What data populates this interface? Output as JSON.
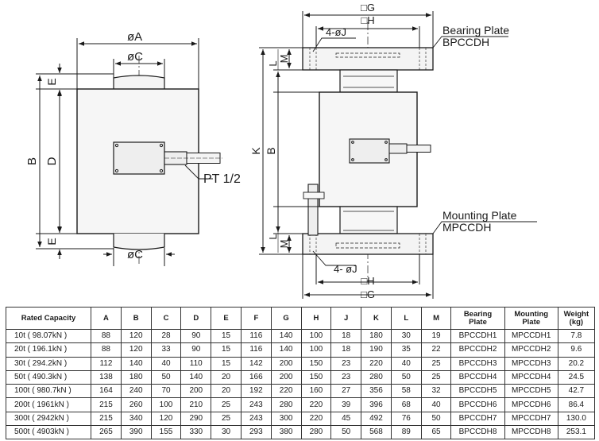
{
  "drawing": {
    "front": {
      "dim_A": "øA",
      "dim_C_top": "øC",
      "dim_C_bottom": "øC",
      "dim_B": "B",
      "dim_D": "D",
      "dim_E_top": "E",
      "dim_E_bottom": "E",
      "connector": "PT 1/2"
    },
    "side": {
      "dim_G_top": "□G",
      "dim_H_top": "□H",
      "dim_J_top": "4-øJ",
      "dim_M_top": "M",
      "dim_L_top": "L",
      "dim_K": "K",
      "dim_B": "B",
      "dim_L_bottom": "L",
      "dim_M_bottom": "M",
      "dim_J_bottom": "4- øJ",
      "dim_H_bottom": "□H",
      "dim_G_bottom": "□G",
      "bearing_plate": "Bearing Plate",
      "bearing_code": "BPCCDH",
      "mounting_plate": "Mounting Plate",
      "mounting_code": "MPCCDH"
    }
  },
  "table": {
    "headers": [
      "Rated Capacity",
      "A",
      "B",
      "C",
      "D",
      "E",
      "F",
      "G",
      "H",
      "J",
      "K",
      "L",
      "M",
      "Bearing\nPlate",
      "Mounting\nPlate",
      "Weight\n(kg)"
    ],
    "rows": [
      [
        "10t ( 98.07kN )",
        "88",
        "120",
        "28",
        "90",
        "15",
        "116",
        "140",
        "100",
        "18",
        "180",
        "30",
        "19",
        "BPCCDH1",
        "MPCCDH1",
        "7.8"
      ],
      [
        "20t ( 196.1kN )",
        "88",
        "120",
        "33",
        "90",
        "15",
        "116",
        "140",
        "100",
        "18",
        "190",
        "35",
        "22",
        "BPCCDH2",
        "MPCCDH2",
        "9.6"
      ],
      [
        "30t ( 294.2kN )",
        "112",
        "140",
        "40",
        "110",
        "15",
        "142",
        "200",
        "150",
        "23",
        "220",
        "40",
        "25",
        "BPCCDH3",
        "MPCCDH3",
        "20.2"
      ],
      [
        "50t ( 490.3kN )",
        "138",
        "180",
        "50",
        "140",
        "20",
        "166",
        "200",
        "150",
        "23",
        "280",
        "50",
        "25",
        "BPCCDH4",
        "MPCCDH4",
        "24.5"
      ],
      [
        "100t ( 980.7kN )",
        "164",
        "240",
        "70",
        "200",
        "20",
        "192",
        "220",
        "160",
        "27",
        "356",
        "58",
        "32",
        "BPCCDH5",
        "MPCCDH5",
        "42.7"
      ],
      [
        "200t ( 1961kN )",
        "215",
        "260",
        "100",
        "210",
        "25",
        "243",
        "280",
        "220",
        "39",
        "396",
        "68",
        "40",
        "BPCCDH6",
        "MPCCDH6",
        "86.4"
      ],
      [
        "300t ( 2942kN )",
        "215",
        "340",
        "120",
        "290",
        "25",
        "243",
        "300",
        "220",
        "45",
        "492",
        "76",
        "50",
        "BPCCDH7",
        "MPCCDH7",
        "130.0"
      ],
      [
        "500t ( 4903kN )",
        "265",
        "390",
        "155",
        "330",
        "30",
        "293",
        "380",
        "280",
        "50",
        "568",
        "89",
        "65",
        "BPCCDH8",
        "MPCCDH8",
        "253.1"
      ]
    ]
  }
}
